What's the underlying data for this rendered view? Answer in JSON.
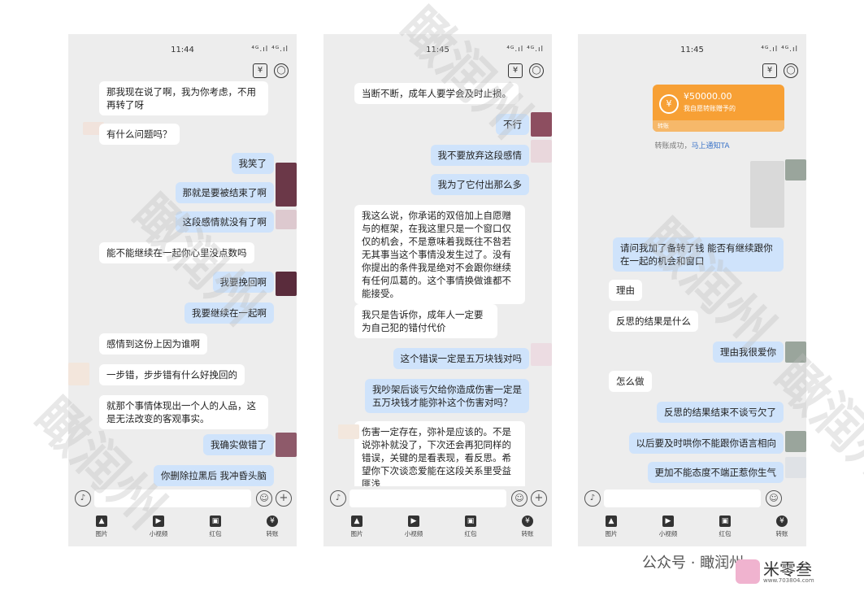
{
  "phones": [
    {
      "time": "11:44",
      "signal": "⁴ᴳ.ıl ⁴ᴳ.ıl",
      "messages": [
        {
          "dir": "in",
          "text": "那我现在说了啊，我为你考虑，不用再转了呀"
        },
        {
          "dir": "in",
          "text": "有什么问题吗？"
        },
        {
          "dir": "out",
          "text": "我笑了"
        },
        {
          "dir": "out",
          "text": "那就是要被结束了啊"
        },
        {
          "dir": "out",
          "text": "这段感情就没有了啊"
        },
        {
          "dir": "in",
          "text": "能不能继续在一起你心里没点数吗"
        },
        {
          "dir": "out",
          "text": "我要挽回啊"
        },
        {
          "dir": "out",
          "text": "我要继续在一起啊"
        },
        {
          "dir": "in",
          "text": "感情到这份上因为谁啊"
        },
        {
          "dir": "in",
          "text": "一步错，步步错有什么好挽回的"
        },
        {
          "dir": "in",
          "text": "就那个事情体现出一个人的人品，这是无法改变的客观事实。"
        },
        {
          "dir": "out",
          "text": "我确实做错了"
        },
        {
          "dir": "out",
          "text": "你删除拉黑后  我冲昏头脑"
        }
      ],
      "toolbar": [
        "图片",
        "小视频",
        "红包",
        "转账"
      ]
    },
    {
      "time": "11:45",
      "signal": "⁴ᴳ.ıl ⁴ᴳ.ıl",
      "messages": [
        {
          "dir": "in",
          "text": "当断不断，成年人要学会及时止损。"
        },
        {
          "dir": "out",
          "text": "不行"
        },
        {
          "dir": "out",
          "text": "我不要放弃这段感情"
        },
        {
          "dir": "out",
          "text": "我为了它付出那么多"
        },
        {
          "dir": "in",
          "text": "我这么说，你承诺的双倍加上自愿赠与的框架，在我这里只是一个窗口仅仅的机会，不是意味着我既往不咎若无其事当这个事情没发生过了。没有你提出的条件我是绝对不会跟你继续有任何瓜葛的。这个事情换做谁都不能接受。"
        },
        {
          "dir": "in",
          "text": "我只是告诉你，成年人一定要为自己犯的错付代价"
        },
        {
          "dir": "out",
          "text": "这个错误一定是五万块钱对吗"
        },
        {
          "dir": "out",
          "text": "我吵架后谈亏欠给你造成伤害一定是五万块钱才能弥补这个伤害对吗？"
        },
        {
          "dir": "in",
          "text": "伤害一定存在，弥补是应该的。不是说弥补就没了，下次还会再犯同样的错误，关键的是看表现，看反思。希望你下次谈恋爱能在这段关系里受益匪浅"
        }
      ],
      "toolbar": [
        "图片",
        "小视频",
        "红包",
        "转账"
      ]
    },
    {
      "time": "11:45",
      "signal": "⁴ᴳ.ıl ⁴ᴳ.ıl",
      "transfer": {
        "amount": "¥50000.00",
        "note": "我自愿转账赠予的",
        "foot": "转账",
        "status": "转账成功，",
        "status_link": "马上通知TA"
      },
      "messages": [
        {
          "dir": "out",
          "text": "请问我加了备转了钱  能否有继续跟你在一起的机会和窗口"
        },
        {
          "dir": "in",
          "text": "理由"
        },
        {
          "dir": "in",
          "text": "反思的结果是什么"
        },
        {
          "dir": "out",
          "text": "理由我很爱你"
        },
        {
          "dir": "in",
          "text": "怎么做"
        },
        {
          "dir": "out",
          "text": "反思的结果结束不谈亏欠了"
        },
        {
          "dir": "out",
          "text": "以后要及时哄你不能跟你语言相向"
        },
        {
          "dir": "out",
          "text": "更加不能态度不端正惹你生气"
        }
      ],
      "toolbar": [
        "图片",
        "小视频",
        "红包",
        "转账"
      ]
    }
  ],
  "watermark": "瞰润州",
  "footer": {
    "brand": "公众号 · 瞰润州",
    "logo_text": "米零叁",
    "logo_url": "www.703804.com"
  }
}
